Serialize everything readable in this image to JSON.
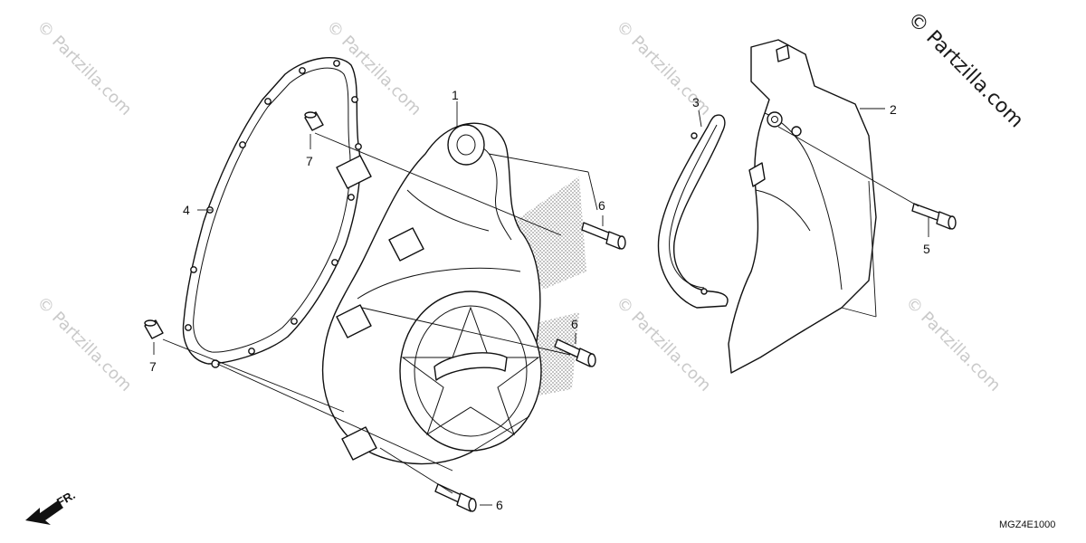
{
  "diagram": {
    "copyright_stamp": "© Partzilla.com",
    "watermark": "© Partzilla.com",
    "direction_label": "FR.",
    "drawing_code": "MGZ4E1000",
    "callouts": [
      {
        "id": "c1",
        "label": "1",
        "part": "left crankcase cover"
      },
      {
        "id": "c2",
        "label": "2",
        "part": "rear cover"
      },
      {
        "id": "c3",
        "label": "3",
        "part": "cover seal"
      },
      {
        "id": "c4",
        "label": "4",
        "part": "cover gasket"
      },
      {
        "id": "c5",
        "label": "5",
        "part": "bolt"
      },
      {
        "id": "c6a",
        "label": "6",
        "part": "bolt"
      },
      {
        "id": "c6b",
        "label": "6",
        "part": "bolt"
      },
      {
        "id": "c6c",
        "label": "6",
        "part": "bolt"
      },
      {
        "id": "c7a",
        "label": "7",
        "part": "dowel pin"
      },
      {
        "id": "c7b",
        "label": "7",
        "part": "dowel pin"
      }
    ]
  }
}
